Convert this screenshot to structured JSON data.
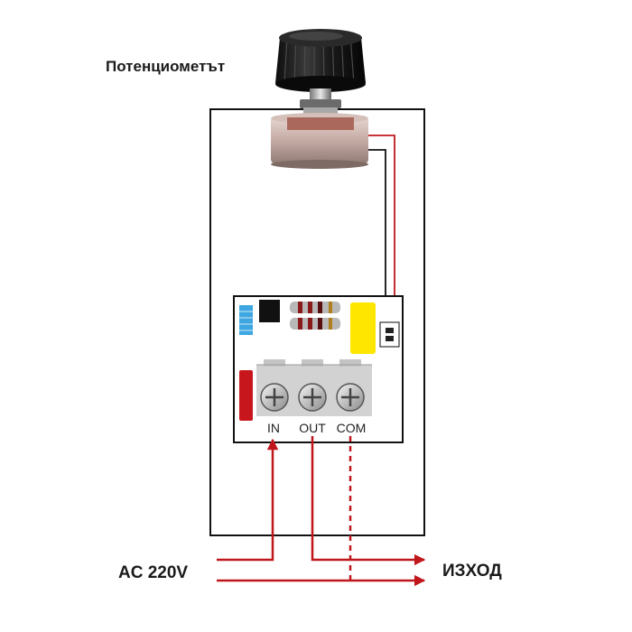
{
  "labels": {
    "potentiometer": "Потенциометът",
    "ac_input": "AC 220V",
    "output": "ИЗХОД"
  },
  "terminals": [
    {
      "id": "in",
      "label": "IN"
    },
    {
      "id": "out",
      "label": "OUT"
    },
    {
      "id": "com",
      "label": "COM"
    }
  ],
  "colors": {
    "wire": "#c0171c",
    "frame": "#111111",
    "knob": "#1c1c1c",
    "pot_body": "#c9b2ab",
    "capacitor": "#3ea6e0",
    "chip": "#111111",
    "yellow_component": "#ffe600",
    "red_component": "#c8171c",
    "terminal_block": "#cfcfcf"
  }
}
